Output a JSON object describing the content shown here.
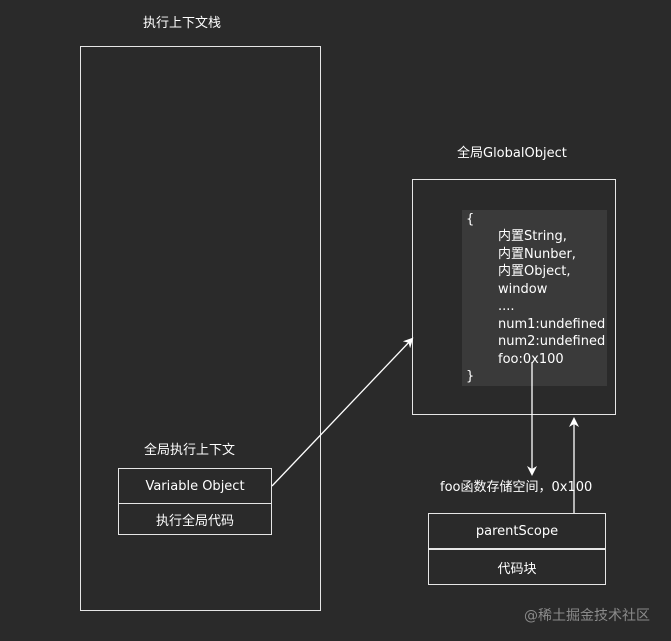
{
  "stack": {
    "title": "执行上下文栈",
    "context_title": "全局执行上下文",
    "cells": [
      "Variable Object",
      "执行全局代码"
    ]
  },
  "global_object": {
    "title": "全局GlobalObject",
    "open_brace": "{",
    "close_brace": "}",
    "lines": [
      "内置String,",
      "内置Nunber,",
      "内置Object,",
      "window",
      "....",
      "num1:undefined",
      "num2:undefined",
      "foo:0x100"
    ]
  },
  "function_storage": {
    "title": "foo函数存储空间，0x100",
    "cells": [
      "parentScope",
      "代码块"
    ]
  },
  "watermark": "@稀土掘金技术社区"
}
